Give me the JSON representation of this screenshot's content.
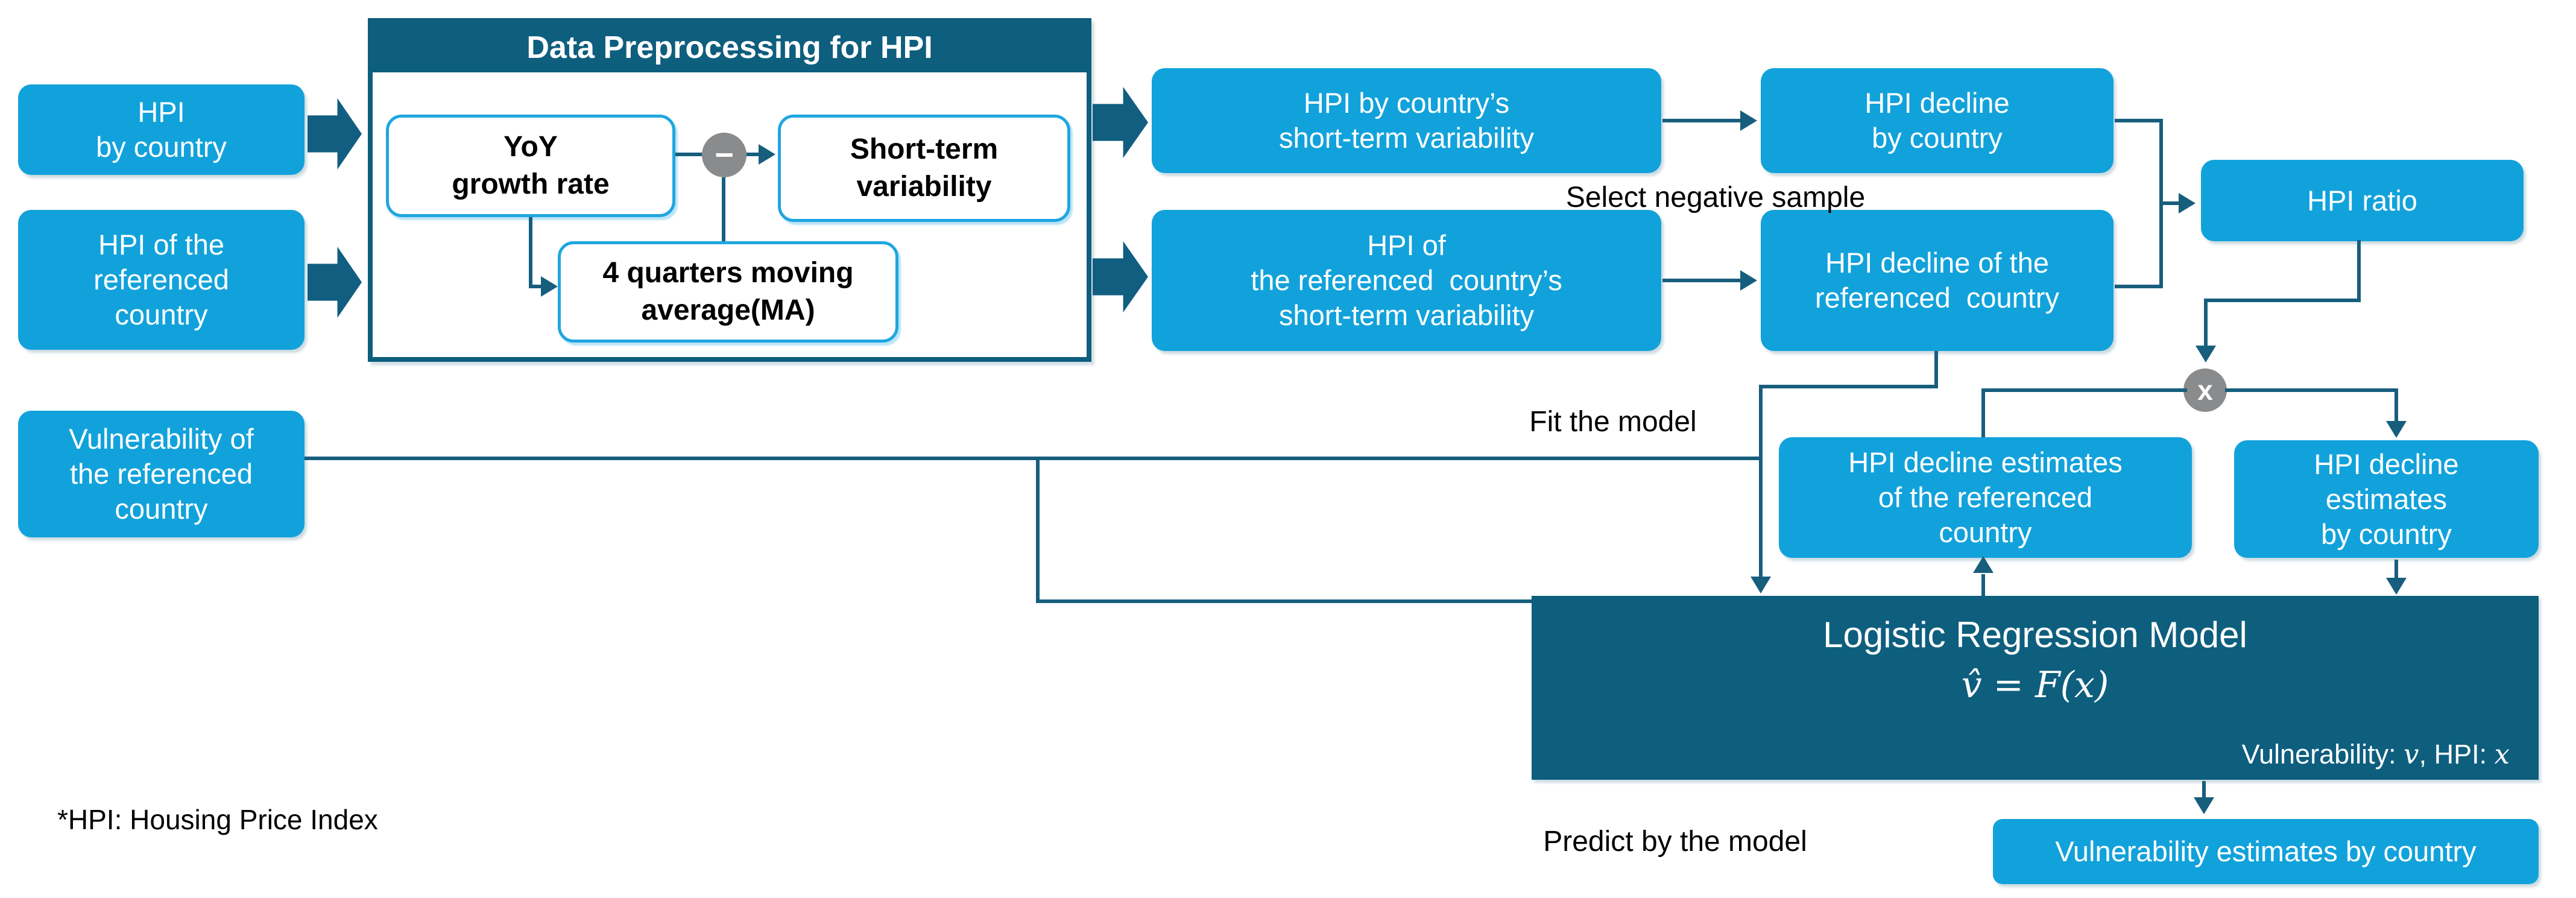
{
  "colors": {
    "node_blue": "#12A2DB",
    "dark_teal": "#0E5E7E",
    "line": "#175E7D",
    "white_box_border": "#1FA6E0",
    "operator_gray": "#8A8B8C"
  },
  "nodes": {
    "hpi_by_country": {
      "l1": "HPI",
      "l2": "by country"
    },
    "hpi_referenced": {
      "l1": "HPI of the",
      "l2": "referenced",
      "l3": "country"
    },
    "vulnerability_referenced": {
      "l1": "Vulnerability of",
      "l2": "the referenced",
      "l3": "country"
    },
    "var_by_country": {
      "l1": "HPI by country’s",
      "l2": "short-term variability"
    },
    "decline_by_country": {
      "l1": "HPI decline",
      "l2": "by country"
    },
    "var_referenced": {
      "l1": "HPI of",
      "l2": "the referenced  country’s",
      "l3": "short-term variability"
    },
    "decline_referenced": {
      "l1": "HPI decline of the",
      "l2": "referenced  country"
    },
    "hpi_ratio": "HPI ratio",
    "estimates_referenced": {
      "l1": "HPI decline estimates",
      "l2": "of the referenced",
      "l3": "country"
    },
    "estimates_by_country": {
      "l1": "HPI decline",
      "l2": "estimates",
      "l3": "by country"
    },
    "vulnerability_estimates": "Vulnerability estimates by country"
  },
  "preprocessing": {
    "title": "Data Preprocessing for HPI",
    "yoy": {
      "l1": "YoY",
      "l2": "growth rate"
    },
    "short_term": {
      "l1": "Short-term",
      "l2": "variability"
    },
    "moving_average": {
      "l1": "4 quarters moving",
      "l2": "average(MA)"
    }
  },
  "operators": {
    "minus": "−",
    "multiply": "x"
  },
  "labels": {
    "select_negative_sample": "Select negative sample",
    "fit_the_model": "Fit the model",
    "predict_by_the_model": "Predict by the model",
    "footnote": "*HPI: Housing Price Index"
  },
  "model": {
    "title": "Logistic Regression Model",
    "formula": "v̂ = F(x)",
    "legend_prefix": "Vulnerability: ",
    "legend_v": "v",
    "legend_mid": ", HPI: ",
    "legend_x": "x"
  }
}
